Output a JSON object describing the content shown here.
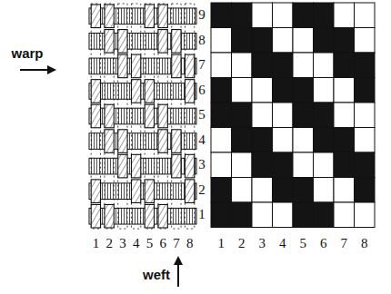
{
  "diagram": {
    "labels": [
      "warp",
      "9",
      "8",
      "7",
      "6",
      "5",
      "4",
      "3",
      "2",
      "1",
      "1",
      "2",
      "3",
      "4",
      "5",
      "6",
      "7",
      "8",
      "1",
      "2",
      "3",
      "4",
      "5",
      "6",
      "7",
      "8",
      "weft"
    ]
  }
}
